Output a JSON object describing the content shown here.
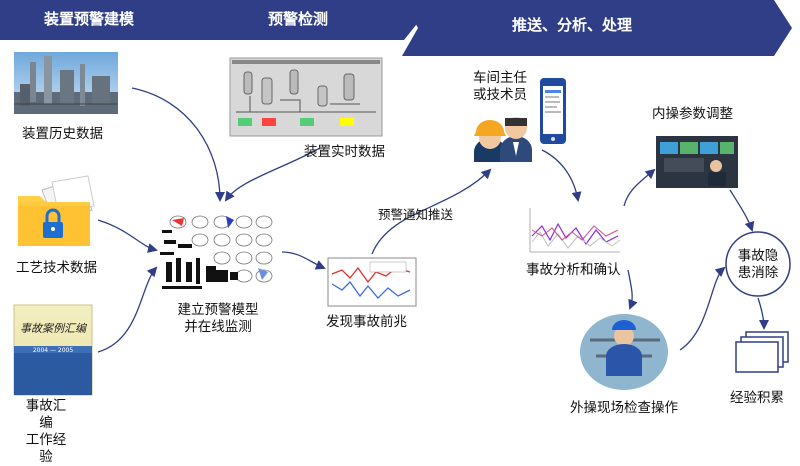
{
  "header": {
    "stages": [
      "装置预警建模",
      "预警检测",
      "推送、分析、处理"
    ],
    "color": "#2f3e86"
  },
  "labels": {
    "device_history": "装置历史数据",
    "process_tech": "工艺技术数据",
    "accident_compile": "事故汇编\n工作经验",
    "realtime": "装置实时数据",
    "build_model": "建立预警模型\n并在线监测",
    "find_precursor": "发现事故前兆",
    "notify_push": "预警通知推送",
    "supervisor": "车间主任\n或技术员",
    "analysis_confirm": "事故分析和确认",
    "inner_adjust": "内操参数调整",
    "outer_check": "外操现场检查操作",
    "eliminate": "事故隐\n患消除",
    "experience": "经验积累"
  },
  "book_cover_text": "事故案例汇编",
  "book_cover_years": "2004 — 2005",
  "colors": {
    "arrow": "#2f3e86",
    "chevron": "#2f3e86"
  }
}
